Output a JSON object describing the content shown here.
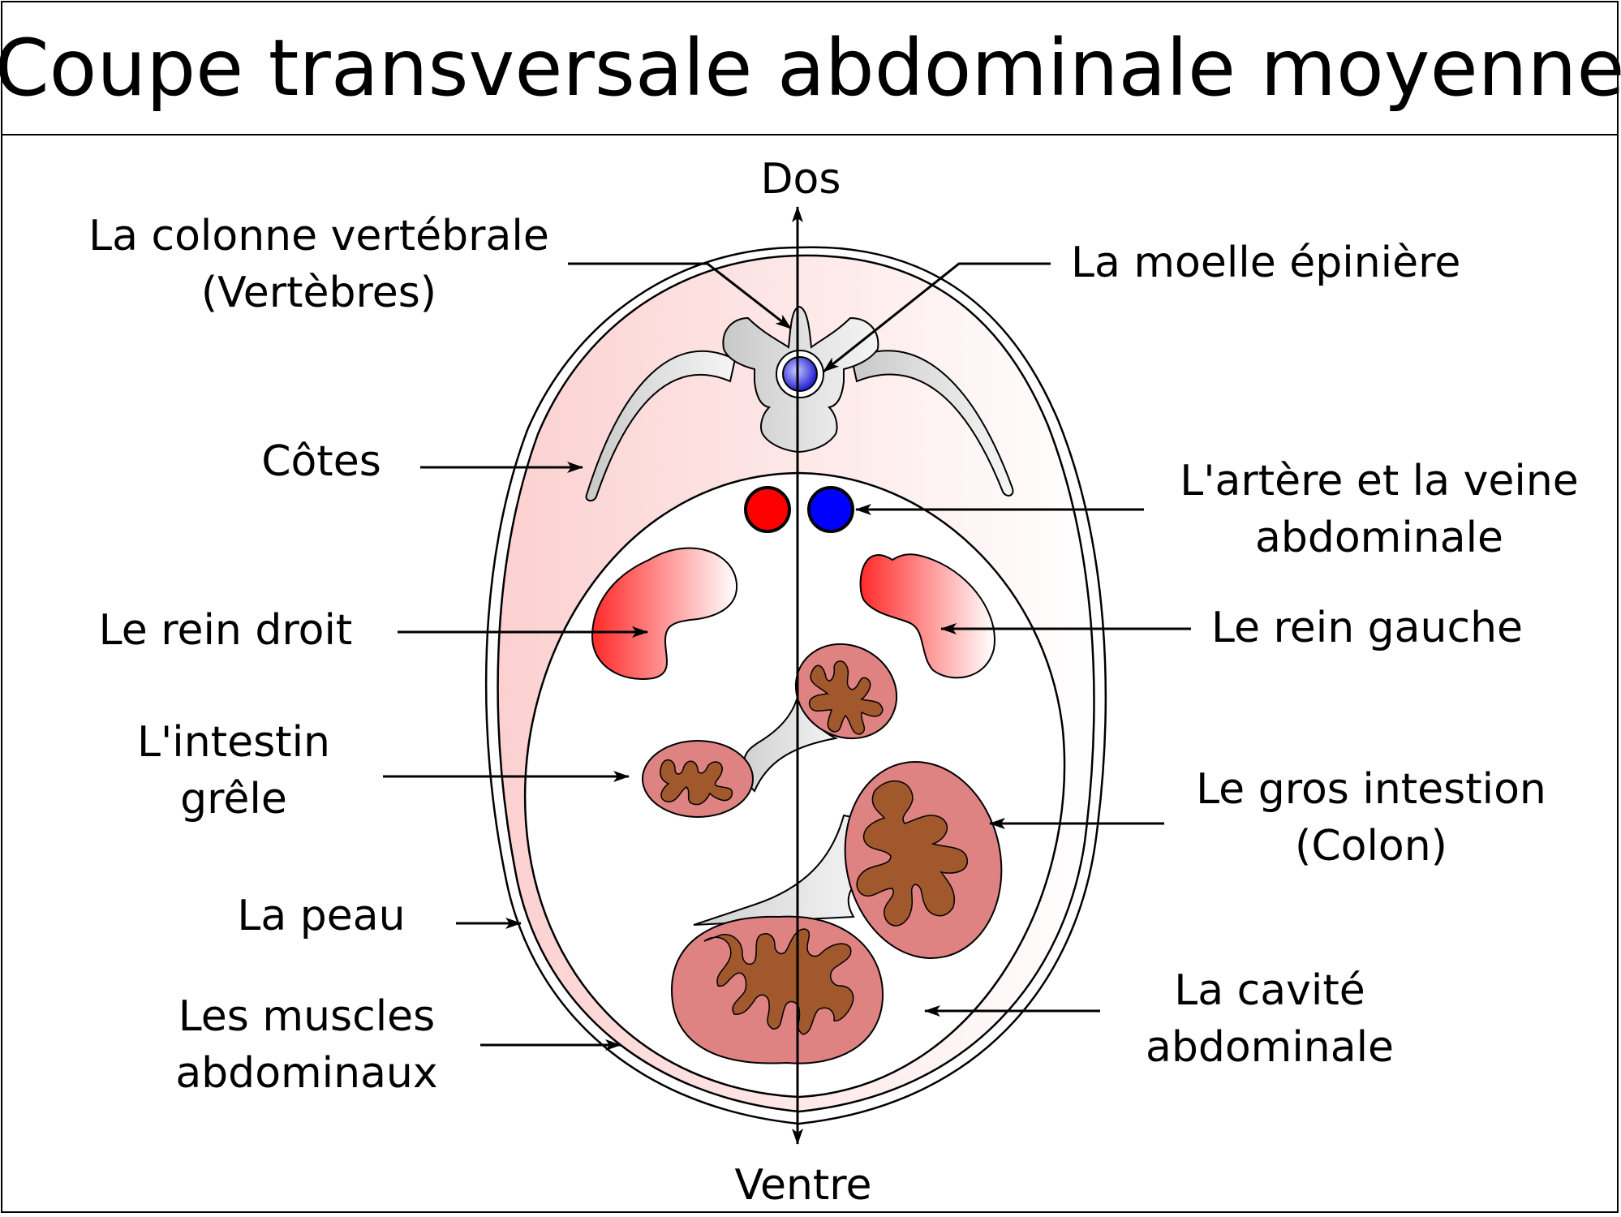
{
  "title": "Coupe transversale abdominale moyenne",
  "axis": {
    "top": "Dos",
    "bottom": "Ventre"
  },
  "labels": {
    "colonne": [
      "La colonne vertébrale",
      "(Vertèbres)"
    ],
    "moelle": "La moelle épinière",
    "cotes": "Côtes",
    "artere_veine": [
      "L'artère et la veine",
      "abdominale"
    ],
    "rein_droit": "Le rein droit",
    "rein_gauche": "Le rein gauche",
    "intestin_grele": [
      "L'intestin",
      "grêle"
    ],
    "gros_intestin": [
      "Le gros intestion",
      "(Colon)"
    ],
    "peau": "La peau",
    "cavite": [
      "La cavité",
      "abdominale"
    ],
    "muscles": [
      "Les muscles",
      "abdominaux"
    ]
  },
  "colors": {
    "artery": "#ff0000",
    "vein": "#0000ff",
    "kidney": "#ff3333",
    "intestine_wall": "#de8282",
    "intestine_lumen": "#a0582c",
    "bone": "#d3d3d3",
    "muscle": "#fddede"
  }
}
